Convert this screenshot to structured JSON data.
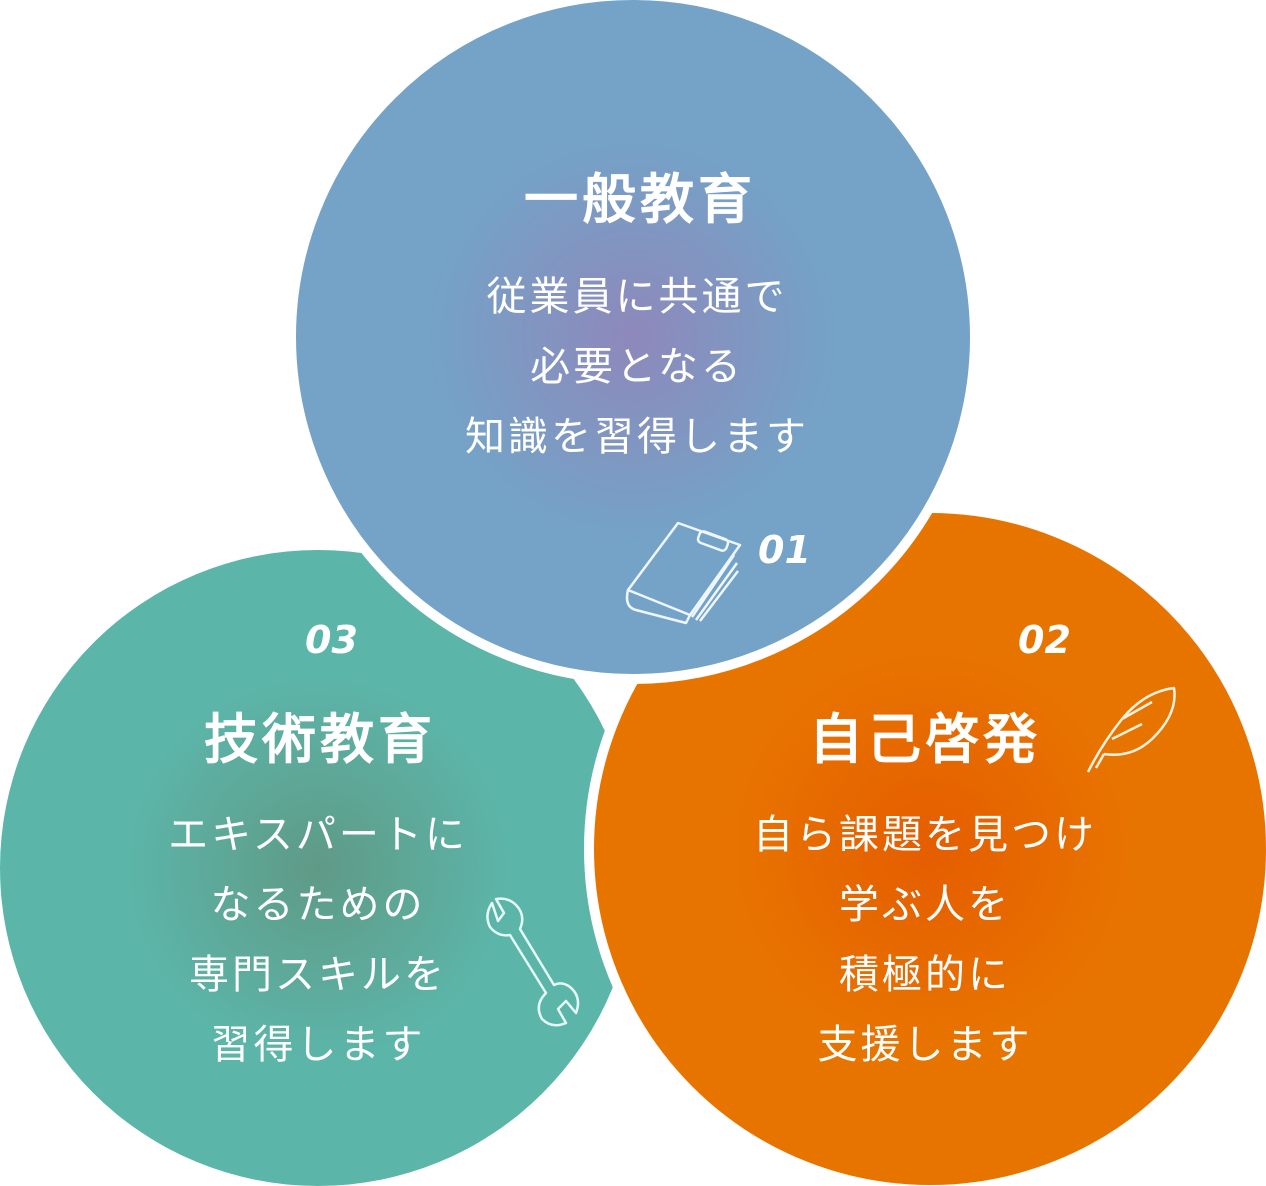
{
  "circles": [
    {
      "number": "01",
      "title": "一般教育",
      "lines": [
        "従業員に共通で",
        "必要となる",
        "知識を習得します"
      ],
      "icon": "book-icon",
      "color": "#74a3c7"
    },
    {
      "number": "02",
      "title": "自己啓発",
      "lines": [
        "自ら課題を見つけ",
        "学ぶ人を",
        "積極的に",
        "支援します"
      ],
      "icon": "feather-quill-icon",
      "color": "#e87400"
    },
    {
      "number": "03",
      "title": "技術教育",
      "lines": [
        "エキスパートに",
        "なるための",
        "専門スキルを",
        "習得します"
      ],
      "icon": "wrench-icon",
      "color": "#5cb5a9"
    }
  ]
}
